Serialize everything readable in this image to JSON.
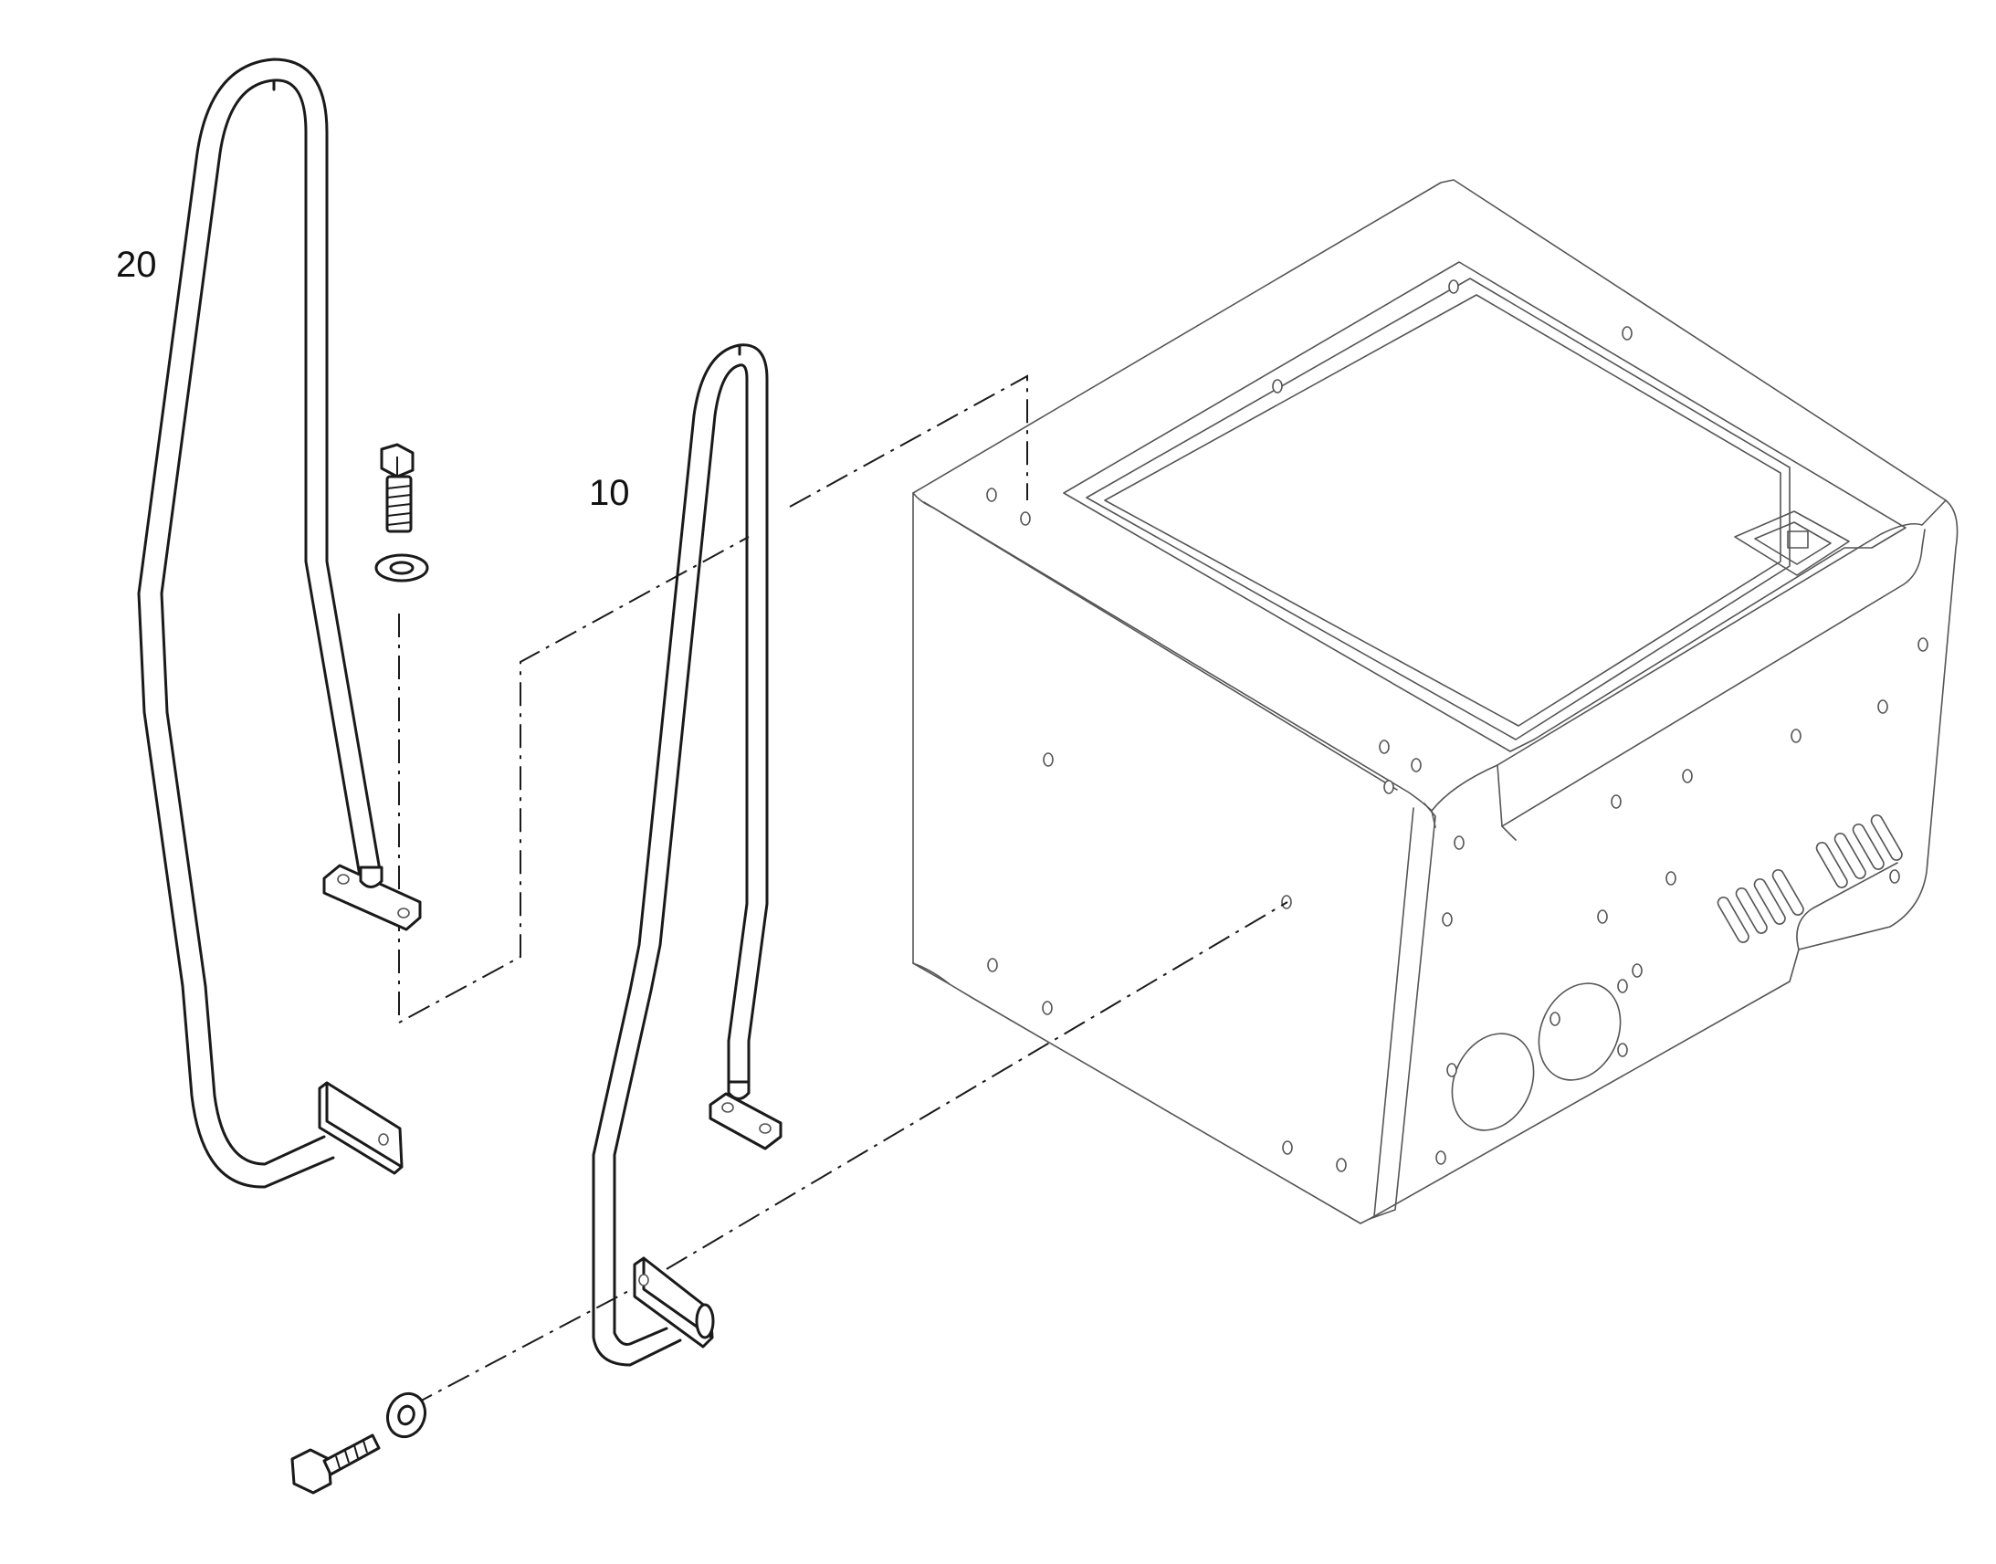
{
  "diagram": {
    "callouts": [
      {
        "label": "20"
      },
      {
        "label": "10"
      }
    ],
    "parts": [
      {
        "name": "handrail-left"
      },
      {
        "name": "handrail-right"
      },
      {
        "name": "bolt-upper"
      },
      {
        "name": "washer-upper"
      },
      {
        "name": "bolt-lower"
      },
      {
        "name": "washer-lower"
      },
      {
        "name": "housing"
      }
    ]
  }
}
